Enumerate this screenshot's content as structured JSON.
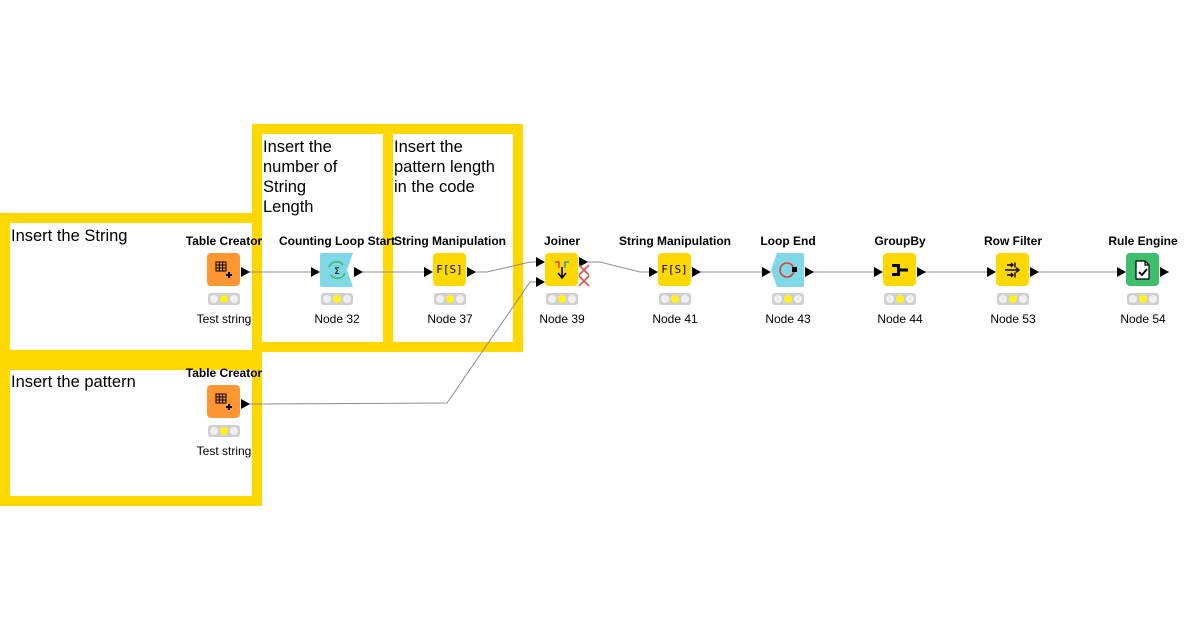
{
  "annotations": [
    {
      "id": "string",
      "text": "Insert the String"
    },
    {
      "id": "pattern",
      "text": "Insert the pattern"
    },
    {
      "id": "string-length",
      "text": "Insert the\nnumber of\nString\nLength"
    },
    {
      "id": "pattern-length",
      "text": "Insert the\npattern length\nin the code"
    }
  ],
  "nodes": [
    {
      "id": "tc1",
      "title": "Table Creator",
      "label": "Test string",
      "icon": "table-plus-icon",
      "color": "#FF9632"
    },
    {
      "id": "tc2",
      "title": "Table Creator",
      "label": "Test string",
      "icon": "table-plus-icon",
      "color": "#FF9632"
    },
    {
      "id": "n32",
      "title": "Counting Loop Start",
      "label": "Node 32",
      "icon": "loop-sigma-icon",
      "color": "#80D7E6"
    },
    {
      "id": "n37",
      "title": "String Manipulation",
      "label": "Node 37",
      "icon": "fs-function-icon",
      "icon_text": "F[S]",
      "color": "#FFD800"
    },
    {
      "id": "n39",
      "title": "Joiner",
      "label": "Node 39",
      "icon": "joiner-icon",
      "color": "#FFD800"
    },
    {
      "id": "n41",
      "title": "String Manipulation",
      "label": "Node 41",
      "icon": "fs-function-icon",
      "icon_text": "F[S]",
      "color": "#FFD800"
    },
    {
      "id": "n43",
      "title": "Loop End",
      "label": "Node 43",
      "icon": "loop-end-icon",
      "color": "#80D7E6"
    },
    {
      "id": "n44",
      "title": "GroupBy",
      "label": "Node 44",
      "icon": "groupby-icon",
      "color": "#FFD800"
    },
    {
      "id": "n53",
      "title": "Row Filter",
      "label": "Node 53",
      "icon": "row-filter-icon",
      "color": "#FFD800"
    },
    {
      "id": "n54",
      "title": "Rule Engine",
      "label": "Node 54",
      "icon": "rule-engine-icon",
      "color": "#3FBE6E"
    }
  ],
  "status": {
    "all_nodes": "configured (yellow)"
  },
  "colors": {
    "annotation_border": "#FFD800",
    "wire": "#8c8c8c",
    "inactive_port": "#d9534f"
  }
}
